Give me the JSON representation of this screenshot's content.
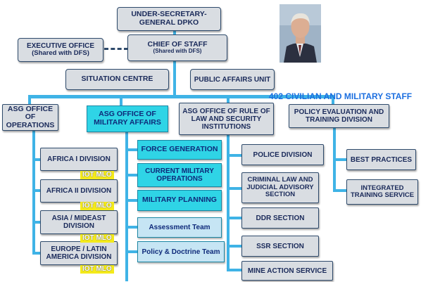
{
  "chart": {
    "top_box": "UNDER-SECRETARY-GENERAL DPKO",
    "chief_of_staff_title": "CHIEF OF STAFF",
    "chief_of_staff_note": "(Shared with DFS)",
    "executive_office_title": "EXECUTIVE OFFICE",
    "executive_office_note": "(Shared with DFS)",
    "situation_centre": "SITUATION CENTRE",
    "public_affairs": "PUBLIC AFFAIRS UNIT",
    "staff_count": "402 CIVILIAN AND MILITARY STAFF"
  },
  "columns": {
    "operations": {
      "title": "ASG OFFICE OF OPERATIONS",
      "divisions": [
        "AFRICA I DIVISION",
        "AFRICA II DIVISION",
        "ASIA / MIDEAST DIVISION",
        "EUROPE / LATIN AMERICA DIVISION"
      ],
      "tag": "IOT MLO"
    },
    "military": {
      "title": "ASG OFFICE OF MILITARY AFFAIRS",
      "units": [
        "FORCE GENERATION",
        "CURRENT MILITARY OPERATIONS",
        "MILITARY PLANNING"
      ],
      "teams": [
        "Assessment Team",
        "Policy & Doctrine Team"
      ]
    },
    "rule_of_law": {
      "title": "ASG OFFICE OF RULE OF LAW AND SECURITY INSTITUTIONS",
      "units": [
        "POLICE DIVISION",
        "CRIMINAL LAW AND JUDICIAL ADVISORY SECTION",
        "DDR SECTION",
        "SSR SECTION",
        "MINE ACTION SERVICE"
      ]
    },
    "policy": {
      "title": "POLICY EVALUATION AND TRAINING DIVISION",
      "units": [
        "BEST PRACTICES",
        "INTEGRATED TRAINING SERVICE"
      ]
    }
  },
  "colors": {
    "connector": "#3fb3e6",
    "accent_cyan": "#2fd4e6",
    "tag_yellow": "#f4ea1a",
    "staff_text": "#1c6fe0"
  }
}
